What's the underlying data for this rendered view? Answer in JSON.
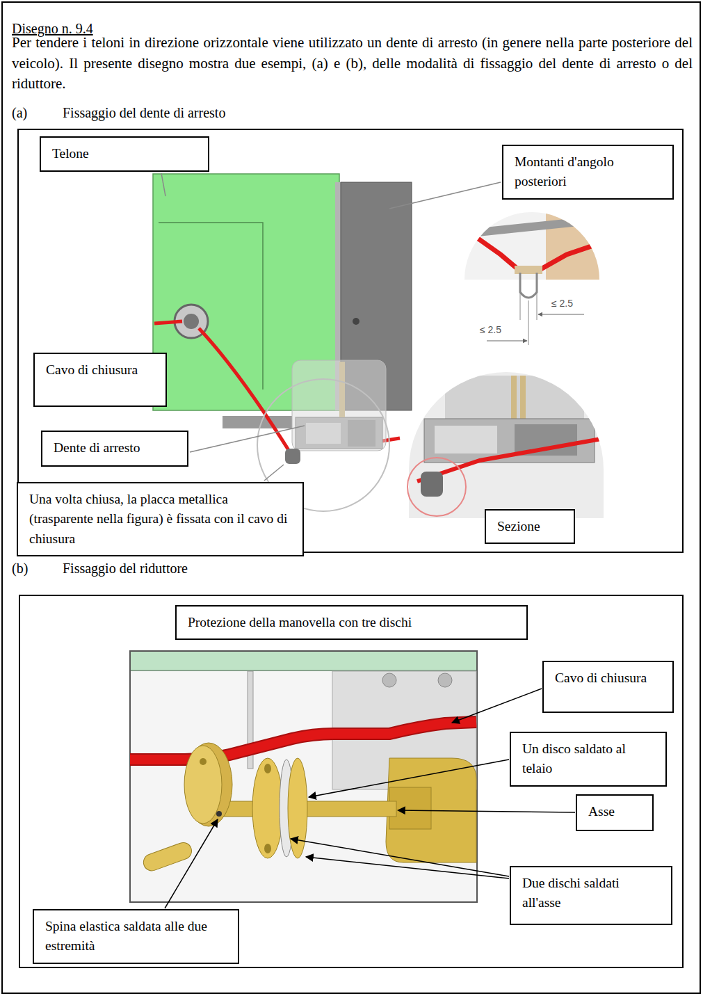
{
  "diagram": {
    "title": "Disegno n. 9.4",
    "nodes": [
      {
        "text": [
          "(a)",
          "Fissaggio del dente di arresto"
        ]
      },
      {
        "text": [
          "Telone"
        ],
        "in": 0
      },
      {
        "text": [
          "Montanti d'angolo posteriori"
        ],
        "in": 0
      },
      {
        "text": [
          "Cavo di chiusura"
        ],
        "in": 0
      },
      {
        "text": [
          "Dente di arresto"
        ],
        "in": 0
      },
      {
        "text": [
          "Una volta chiusa, la placca metallica (trasparente nella figura) è fissata con il cavo di chiusura"
        ],
        "in": 0
      },
      {
        "text": [
          "Sezione"
        ],
        "in": 0
      },
      {
        "text": [
          "(b)",
          "Fissaggio del riduttore"
        ]
      },
      {
        "text": [
          "Protezione della manovella con tre dischi"
        ],
        "in": 7
      },
      {
        "text": [
          "Cavo di chiusura"
        ],
        "in": 7
      },
      {
        "text": [
          "Un disco saldato al telaio"
        ],
        "in": 7
      },
      {
        "text": [
          "Asse"
        ],
        "in": 7
      },
      {
        "text": [
          "Due dischi saldati all'asse"
        ],
        "in": 7
      },
      {
        "text": [
          "Spina elastica saldata alle due estremità"
        ],
        "in": 7
      }
    ],
    "labels": [
      "Per tendere i teloni in direzione orizzontale viene utilizzato un dente di arresto (in genere nella parte posteriore del veicolo). Il presente disegno mostra due esempi, (a) e (b), delle modalità di fissaggio del dente di arresto o del riduttore.",
      "≤ 2.5",
      "≤ 2.5"
    ]
  }
}
